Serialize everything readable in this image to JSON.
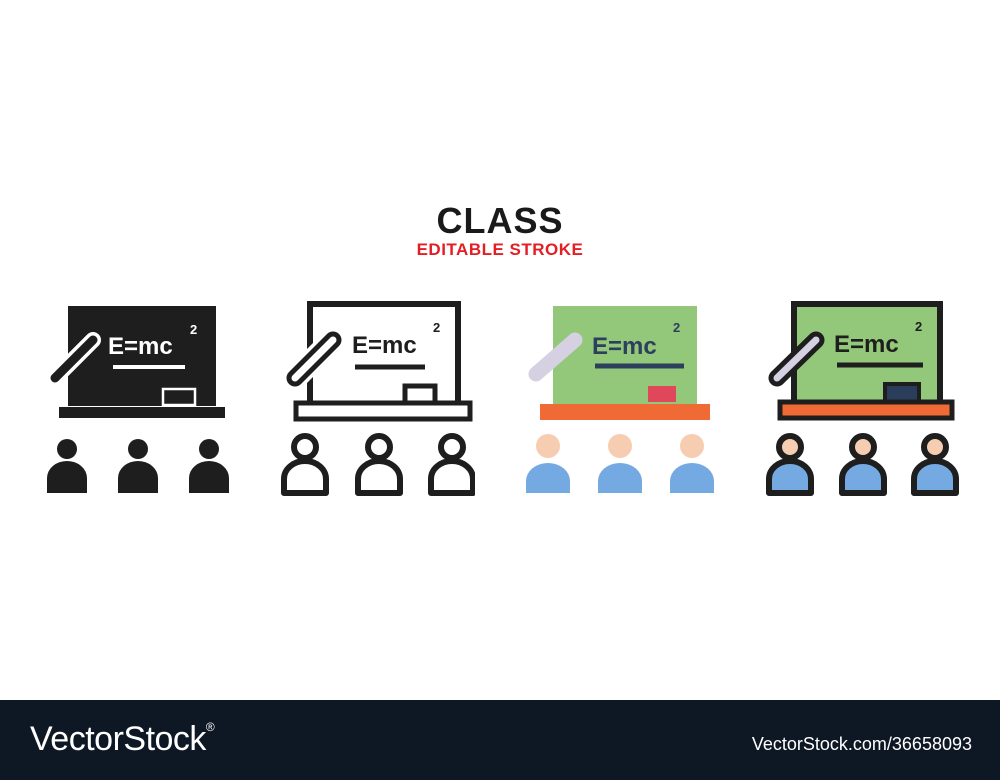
{
  "header": {
    "title": "CLASS",
    "subtitle": "EDITABLE STROKE"
  },
  "icons": [
    {
      "style": "glyph",
      "equation": "E=mc",
      "exponent": "2"
    },
    {
      "style": "outline",
      "equation": "E=mc",
      "exponent": "2"
    },
    {
      "style": "flat",
      "equation": "E=mc",
      "exponent": "2"
    },
    {
      "style": "filled-outline",
      "equation": "E=mc",
      "exponent": "2"
    }
  ],
  "colors": {
    "title": "#1a1a1a",
    "subtitle": "#e31e24",
    "board_green": "#93c87a",
    "ledge_orange": "#f06a35",
    "person_blue": "#74a9e2",
    "person_skin": "#f6cdb0",
    "chalk_lilac": "#d5d1e2",
    "eraser_red": "#e0475b",
    "eraser_navy": "#2a3d5a",
    "footer_bg": "#0e1724"
  },
  "footer": {
    "brand": "VectorStock",
    "reg_mark": "®",
    "stock_id": "VectorStock.com/36658093"
  }
}
